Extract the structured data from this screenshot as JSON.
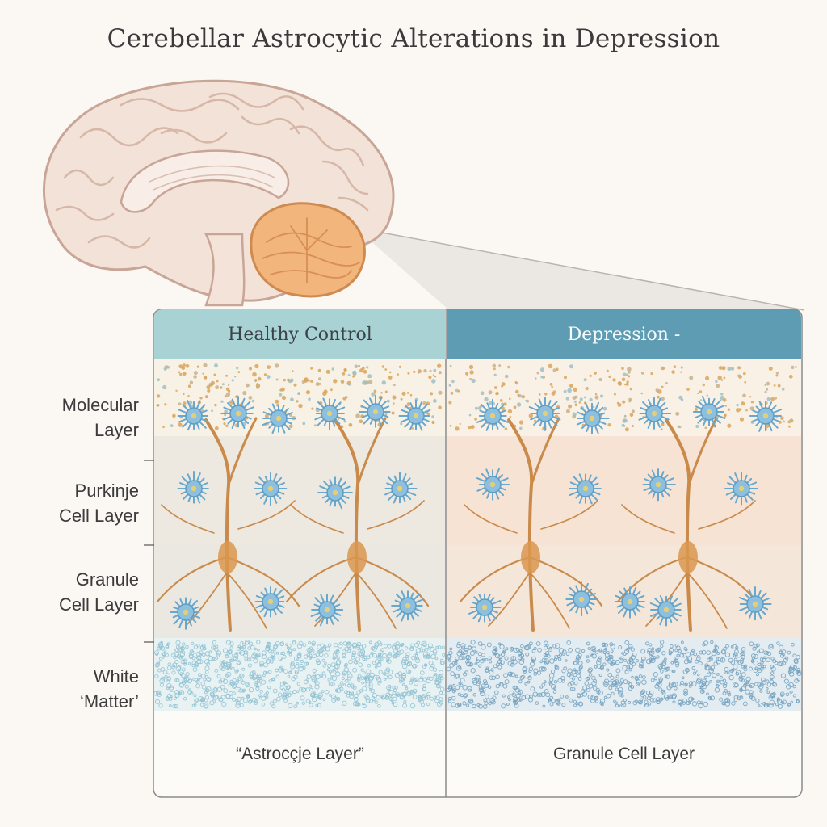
{
  "title": "Cerebellar Astrocytic Alterations in Depression",
  "panels": {
    "left": {
      "header": "Healthy Control",
      "footer": "“Astrocçje Layer”"
    },
    "right": {
      "header": "Depression -",
      "footer": "Granule Cell Layer"
    }
  },
  "layers": [
    {
      "line1": "Molecular",
      "line2": "Layer"
    },
    {
      "line1": "Purkinje",
      "line2": "Cell Layer"
    },
    {
      "line1": "Granule",
      "line2": "Cell Layer"
    },
    {
      "line1": "White",
      "line2": "‘Matter’"
    }
  ],
  "colors": {
    "healthy_header": "#a9d2d4",
    "depression_header": "#5e9cb3",
    "cerebellum": "#f2b57c",
    "brain": "#f3e2d8",
    "astrocyte": "#7fb6d6",
    "purkinje": "#c98a4a"
  }
}
